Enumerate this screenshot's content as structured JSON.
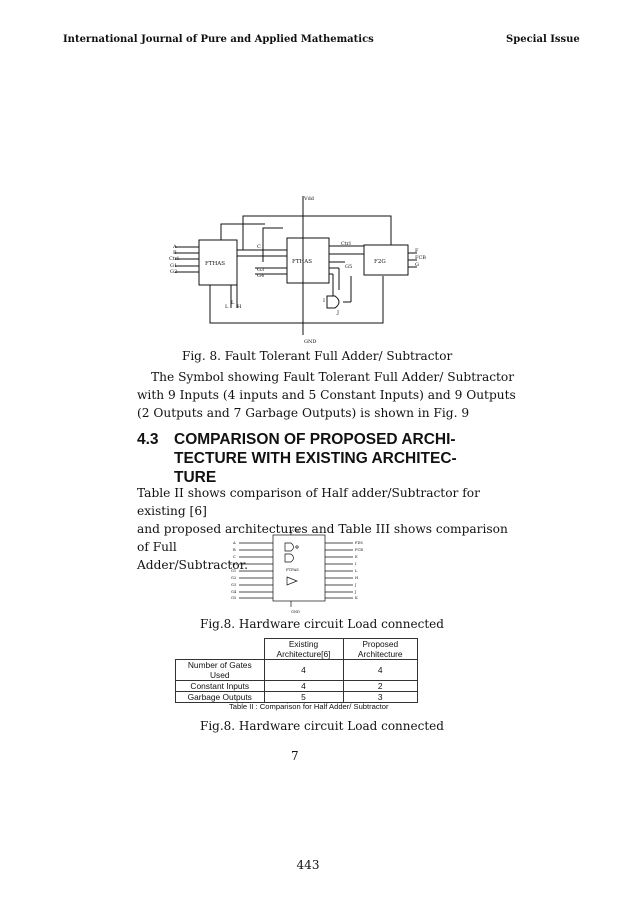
{
  "header": {
    "journal": "International Journal of Pure and Applied Mathematics",
    "issue": "Special Issue"
  },
  "figure1": {
    "caption": "Fig. 8. Fault Tolerant Full Adder/ Subtractor",
    "labels": {
      "vdd": "Vdd",
      "gnd": "GND",
      "block1": "FTHAS",
      "block2": "FTHAS",
      "block3": "F2G",
      "in_a": "A",
      "in_b": "B",
      "in_ctrl": "Ctrl",
      "in_g1": "G1",
      "in_g2": "G2",
      "c": "C",
      "g3": "G3",
      "g4": "G4",
      "ctrl2": "Ctrl",
      "g5": "G5",
      "o_f": "F",
      "o_fcb": "FCB",
      "o_g": "G",
      "l1": "L",
      "l2": "H",
      "l3": "L",
      "l4": "I",
      "l5": "J"
    }
  },
  "para1": {
    "lines": [
      "The Symbol showing Fault Tolerant Full Adder/ Subtractor",
      "with 9 Inputs (4 inputs and 5 Constant Inputs) and 9 Outputs",
      "(2 Outputs and 7 Garbage Outputs) is shown in Fig. 9"
    ]
  },
  "section": {
    "number": "4.3",
    "title_lines": [
      "COMPARISON OF PROPOSED ARCHI-",
      "TECTURE WITH EXISTING ARCHITEC-",
      "TURE"
    ]
  },
  "para2": {
    "lines": [
      "Table II shows comparison of Half adder/Subtractor for existing [6]",
      "and proposed architectures and Table III shows comparison of Full",
      "Adder/Subtractor."
    ]
  },
  "figure2": {
    "caption": "Fig.8. Hardware circuit  Load connected",
    "vdd": "Vdd",
    "gnd": "GND",
    "chip": "FTFAS",
    "inputs": [
      "A",
      "B",
      "C",
      "Ctrl",
      "G1",
      "G2",
      "G3",
      "G4",
      "G5"
    ],
    "outputs": [
      "FDS",
      "FCB",
      "E",
      "I",
      "L",
      "H",
      "J",
      "J",
      "K"
    ]
  },
  "table": {
    "headers": [
      "",
      "Existing Architecture[6]",
      "Proposed Architecture"
    ],
    "rows": [
      [
        "Number of Gates Used",
        "4",
        "4"
      ],
      [
        "Constant Inputs",
        "4",
        "2"
      ],
      [
        "Garbage Outputs",
        "5",
        "3"
      ]
    ],
    "caption": "Table II : Comparison for Half Adder/ Subtractor",
    "fig_caption": "Fig.8. Hardware circuit  Load connected"
  },
  "page_mark": "7",
  "page_number": "443"
}
